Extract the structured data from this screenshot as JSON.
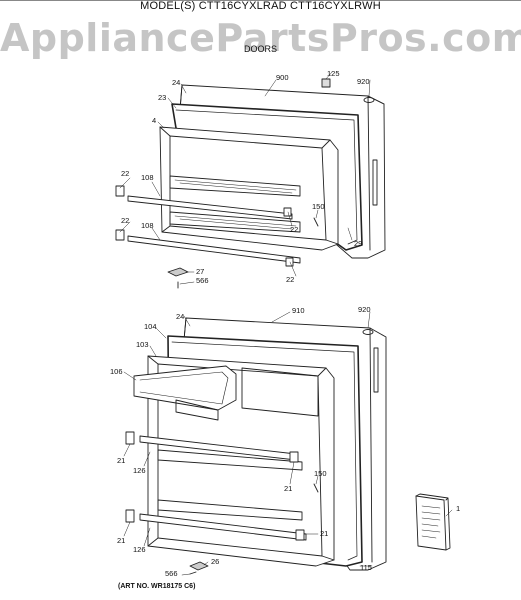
{
  "header": {
    "model_line": "MODEL(S) CTT16CYXLRAD  CTT16CYXLRWH",
    "watermark": "AppliancePartsPros.com",
    "section_title": "DOORS"
  },
  "upper_door_labels": {
    "l900": "900",
    "l125": "125",
    "l920": "920",
    "l24": "24",
    "l23": "23",
    "l4": "4",
    "l22a": "22",
    "l108a": "108",
    "l22b": "22",
    "l108b": "108",
    "l150": "150",
    "l22c": "22",
    "l29": "29",
    "l27": "27",
    "l566": "566",
    "l22d": "22"
  },
  "lower_door_labels": {
    "l910": "910",
    "l920": "920",
    "l24": "24",
    "l104": "104",
    "l103": "103",
    "l106": "106",
    "l21a": "21",
    "l126a": "126",
    "l150": "150",
    "l21b": "21",
    "l21c": "21",
    "l126b": "126",
    "l21d": "21",
    "l1": "1",
    "l115": "115",
    "l26": "26",
    "l566": "566"
  },
  "footer": {
    "art_number": "(ART NO. WR18175 C6)"
  }
}
